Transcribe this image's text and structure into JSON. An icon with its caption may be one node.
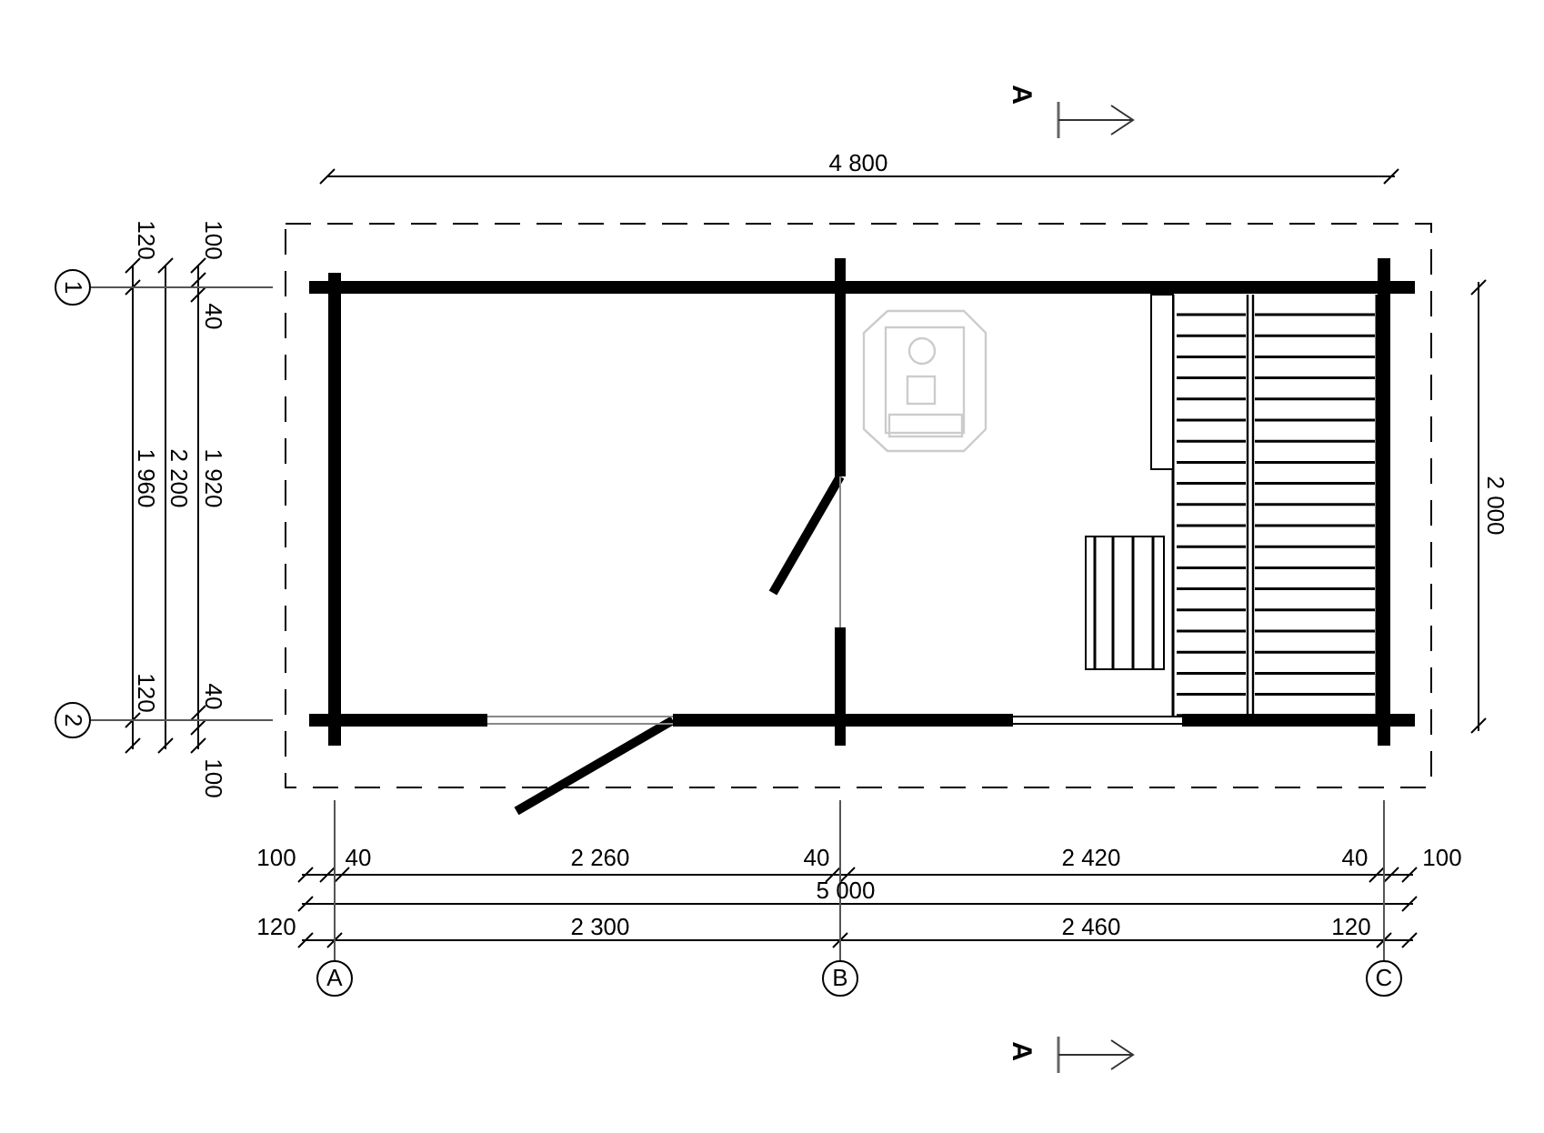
{
  "diagram": {
    "labels": [
      "A",
      "4 800",
      "120",
      "100",
      "1",
      "40",
      "1 960",
      "2 200",
      "1 920",
      "120",
      "40",
      "2",
      "100",
      "2 000",
      "100",
      "40",
      "2 260",
      "40",
      "2 420",
      "40",
      "100",
      "5 000",
      "120",
      "2 300",
      "2 460",
      "120",
      "A",
      "B",
      "C",
      "A"
    ]
  }
}
